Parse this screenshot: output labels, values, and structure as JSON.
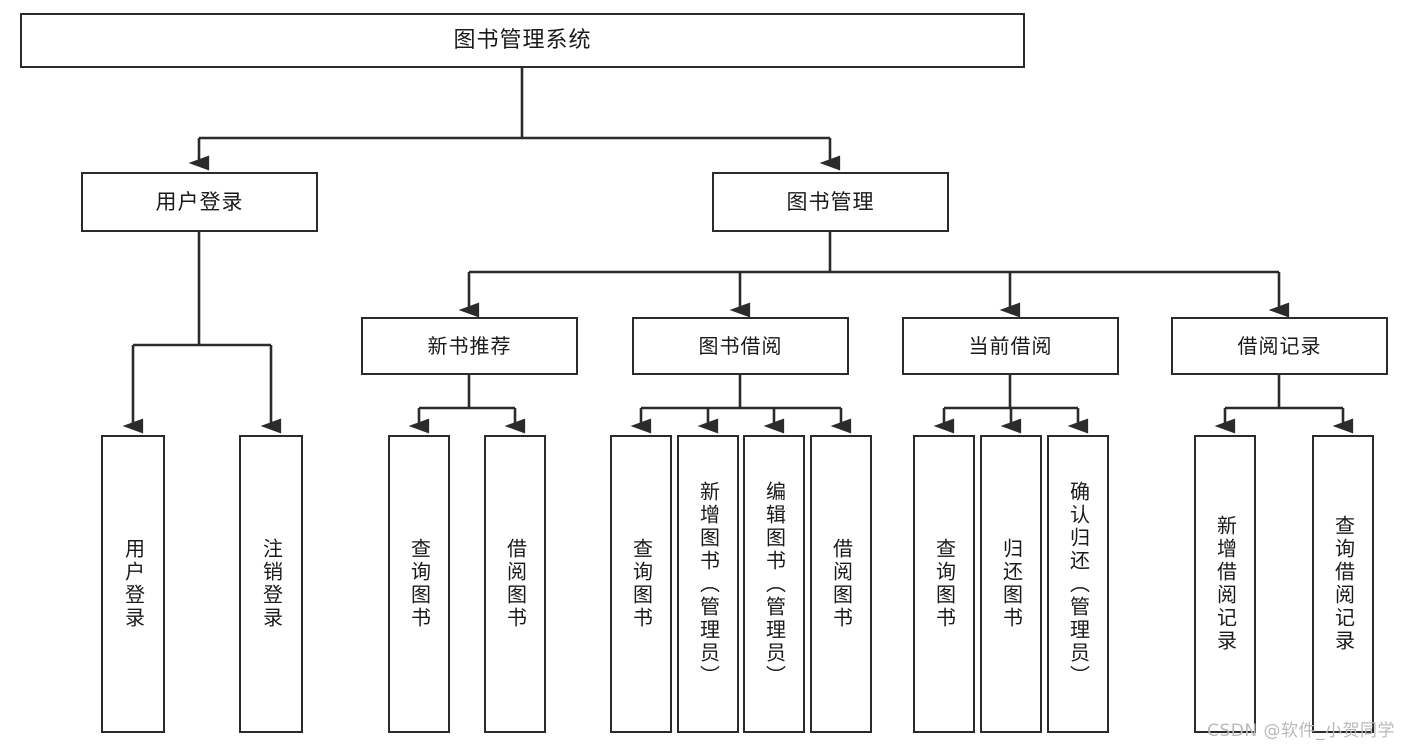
{
  "diagram": {
    "title": "图书管理系统",
    "type": "tree-hierarchy",
    "watermark": "CSDN @软件_小贺同学",
    "colors": {
      "box_border": "#2b2b2b",
      "box_fill": "#ffffff",
      "edge": "#2b2b2b",
      "text": "#1a1a1a",
      "watermark": "#b9b9b9",
      "background": "#ffffff"
    },
    "root": {
      "id": "root",
      "label": "图书管理系统"
    },
    "level1": [
      {
        "id": "n-user-login",
        "label": "用户登录"
      },
      {
        "id": "n-book-mgmt",
        "label": "图书管理"
      }
    ],
    "level2": [
      {
        "id": "n-new-book-rec",
        "label": "新书推荐",
        "parent": "n-book-mgmt"
      },
      {
        "id": "n-book-borrow",
        "label": "图书借阅",
        "parent": "n-book-mgmt"
      },
      {
        "id": "n-current-borrow",
        "label": "当前借阅",
        "parent": "n-book-mgmt"
      },
      {
        "id": "n-borrow-record",
        "label": "借阅记录",
        "parent": "n-book-mgmt"
      }
    ],
    "leaves": [
      {
        "id": "l-user-login",
        "label": "用户登录",
        "parent": "n-user-login"
      },
      {
        "id": "l-logout",
        "label": "注销登录",
        "parent": "n-user-login"
      },
      {
        "id": "l-query-book-1",
        "label": "查询图书",
        "parent": "n-new-book-rec"
      },
      {
        "id": "l-borrow-book-1",
        "label": "借阅图书",
        "parent": "n-new-book-rec"
      },
      {
        "id": "l-query-book-2",
        "label": "查询图书",
        "parent": "n-book-borrow"
      },
      {
        "id": "l-add-book",
        "label": "新增图书（管理员）",
        "parent": "n-book-borrow"
      },
      {
        "id": "l-edit-book",
        "label": "编辑图书（管理员）",
        "parent": "n-book-borrow"
      },
      {
        "id": "l-borrow-book-2",
        "label": "借阅图书",
        "parent": "n-book-borrow"
      },
      {
        "id": "l-query-book-3",
        "label": "查询图书",
        "parent": "n-current-borrow"
      },
      {
        "id": "l-return-book",
        "label": "归还图书",
        "parent": "n-current-borrow"
      },
      {
        "id": "l-confirm-return",
        "label": "确认归还（管理员）",
        "parent": "n-current-borrow"
      },
      {
        "id": "l-add-record",
        "label": "新增借阅记录",
        "parent": "n-borrow-record"
      },
      {
        "id": "l-query-record",
        "label": "查询借阅记录",
        "parent": "n-borrow-record"
      }
    ]
  }
}
